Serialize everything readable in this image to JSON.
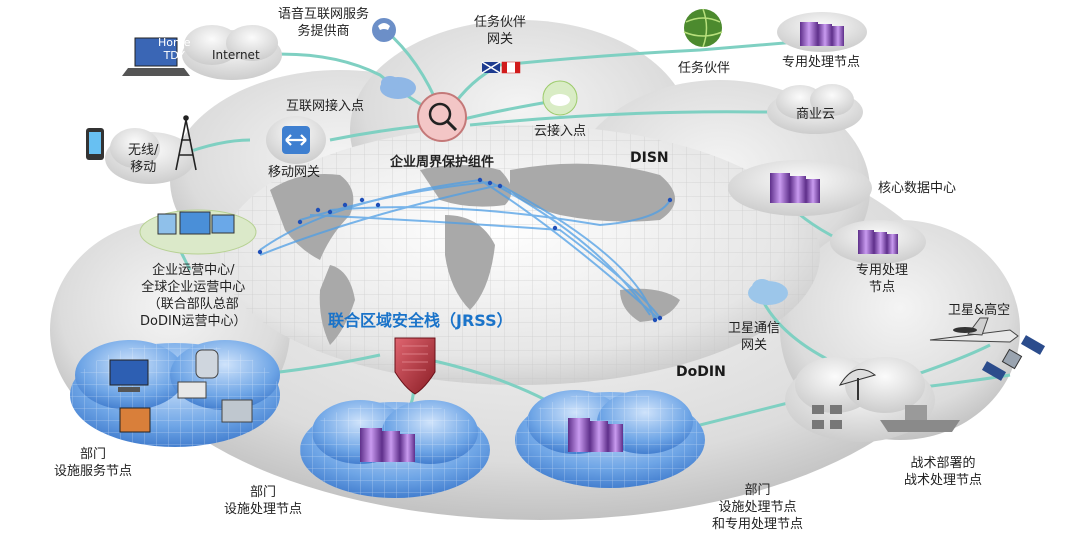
{
  "labels": {
    "home_tdy": "Home\nTDY",
    "internet": "Internet",
    "voice_isp": "语音互联网服务\n务提供商",
    "mission_partner_gw": "任务伙伴\n网关",
    "mission_partner": "任务伙伴",
    "dedicated_node_top": "专用处理节点",
    "internet_access_point": "互联网接入点",
    "commercial_cloud": "商业云",
    "cloud_access_point": "云接入点",
    "wireless_mobile": "无线/\n移动",
    "mobile_gateway": "移动网关",
    "enterprise_perimeter": "企业周界保护组件",
    "disn": "DISN",
    "core_data_center": "核心数据中心",
    "dedicated_node_right": "专用处理\n节点",
    "enterprise_ops_center": "企业运营中心/\n全球企业运营中心\n（联合部队总部\nDoDIN运营中心）",
    "jrss": "联合区域安全栈（JRSS）",
    "satellite_gateway": "卫星通信\n网关",
    "satellite_high_alt": "卫星&高空",
    "dodin": "DoDIN",
    "dept_service_node": "部门\n设施服务节点",
    "dept_processing_node": "部门\n设施处理节点",
    "dept_processing_special": "部门\n设施处理节点\n和专用处理节点",
    "tactical_node": "战术部署的\n战术处理节点"
  },
  "colors": {
    "cloud_fill": "#e4e4e4",
    "cloud_shade": "#c4c4c4",
    "link_line": "#7fd0c2",
    "route_line": "#4f9fe6",
    "route_dot": "#1f4fb8",
    "server": "#9a5bc9",
    "shield": "#b3303a",
    "title_blue": "#1a73c9",
    "blue_cloud": "#3f7fd6"
  },
  "icons": [
    "laptop-icon",
    "globe-icon",
    "phone-icon",
    "tower-icon",
    "arrows-icon",
    "magnifier-icon",
    "flags-icon",
    "server-rack-icon",
    "shield-icon",
    "satellite-dish-icon",
    "satellite-icon",
    "airplane-icon",
    "monitor-icon",
    "ship-icon"
  ]
}
